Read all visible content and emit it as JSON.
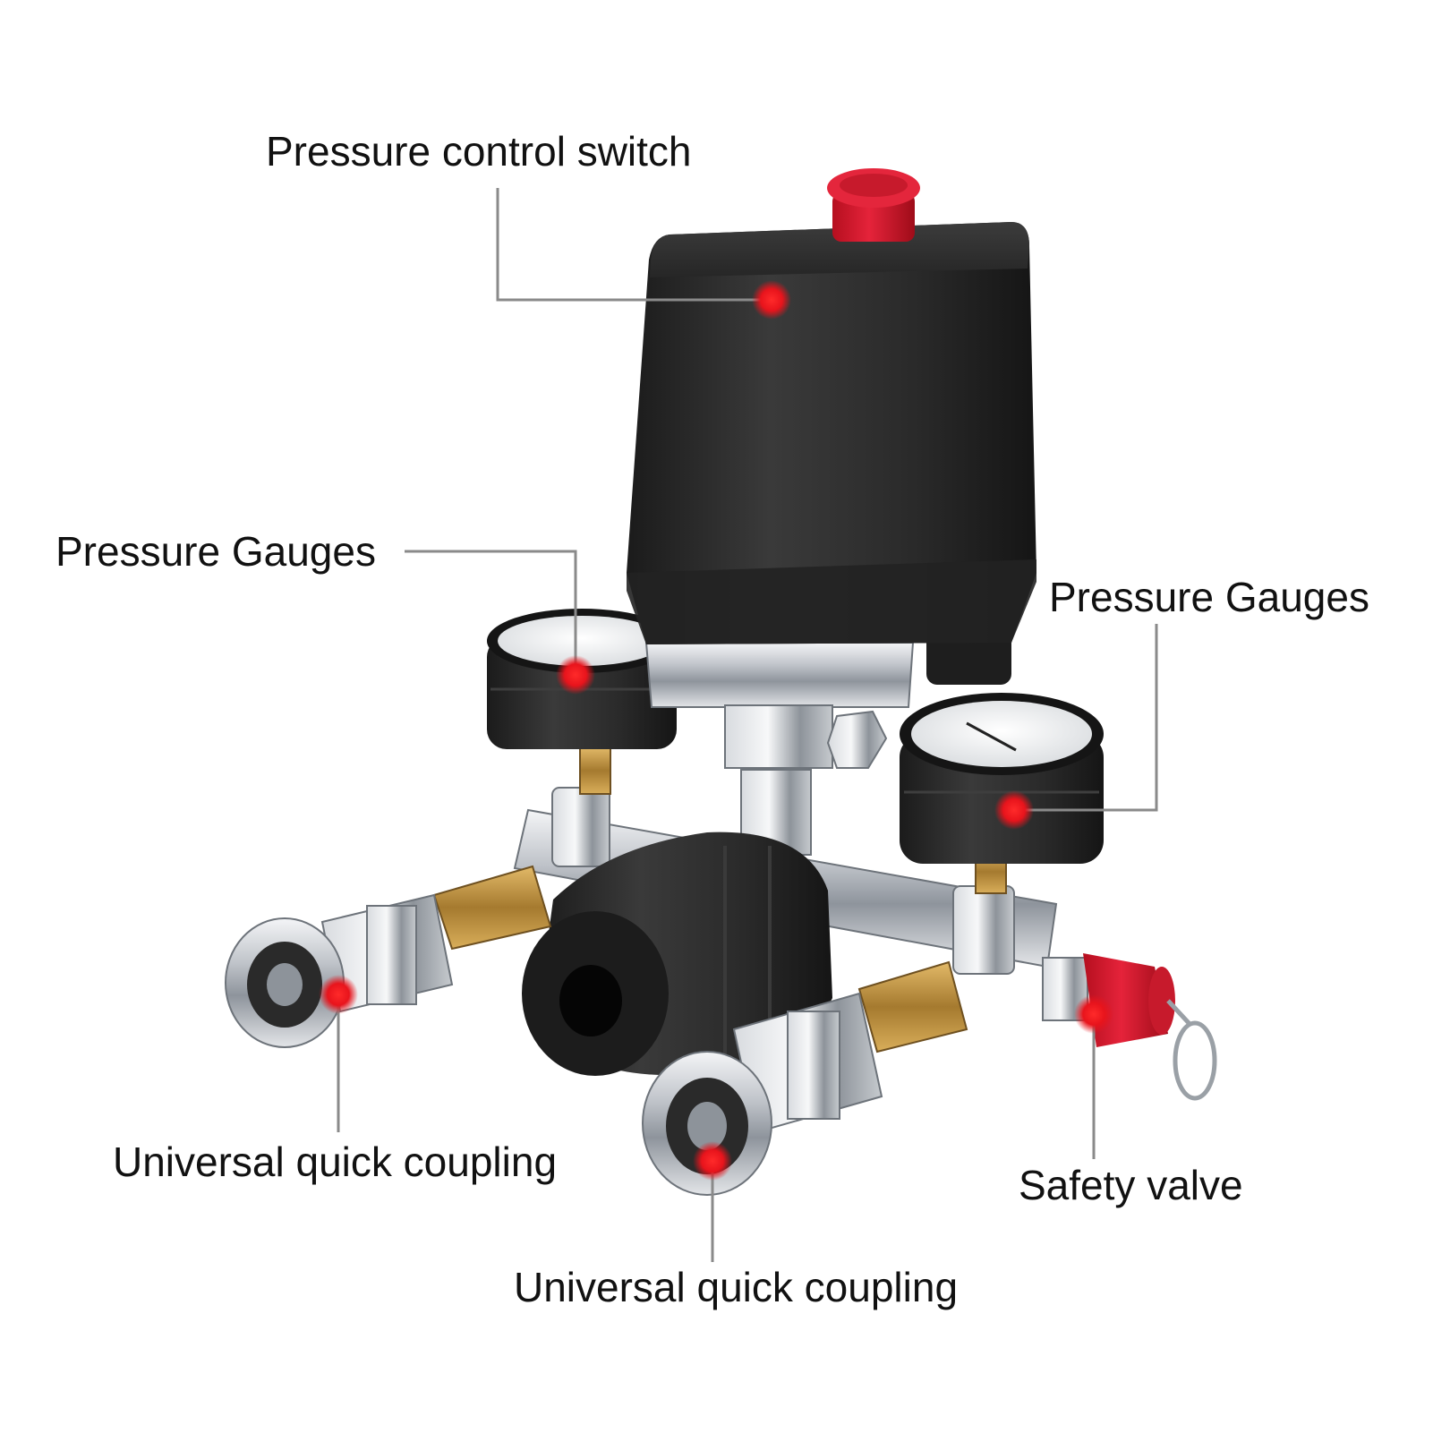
{
  "callouts": {
    "pressure_control_switch": "Pressure control switch",
    "pressure_gauges_left": "Pressure Gauges",
    "pressure_gauges_right": "Pressure Gauges",
    "universal_quick_coupling_left": "Universal quick coupling",
    "safety_valve": "Safety valve",
    "universal_quick_coupling_bottom": "Universal quick coupling"
  },
  "colors": {
    "background": "#ffffff",
    "label_text": "#111111",
    "leader_line": "#8a8a8a",
    "marker_dot": "#e8141c",
    "switch_housing": "#2a2a2a",
    "cap_red": "#d8182a",
    "chrome": "#c9ccd1",
    "brass": "#b8893a"
  }
}
